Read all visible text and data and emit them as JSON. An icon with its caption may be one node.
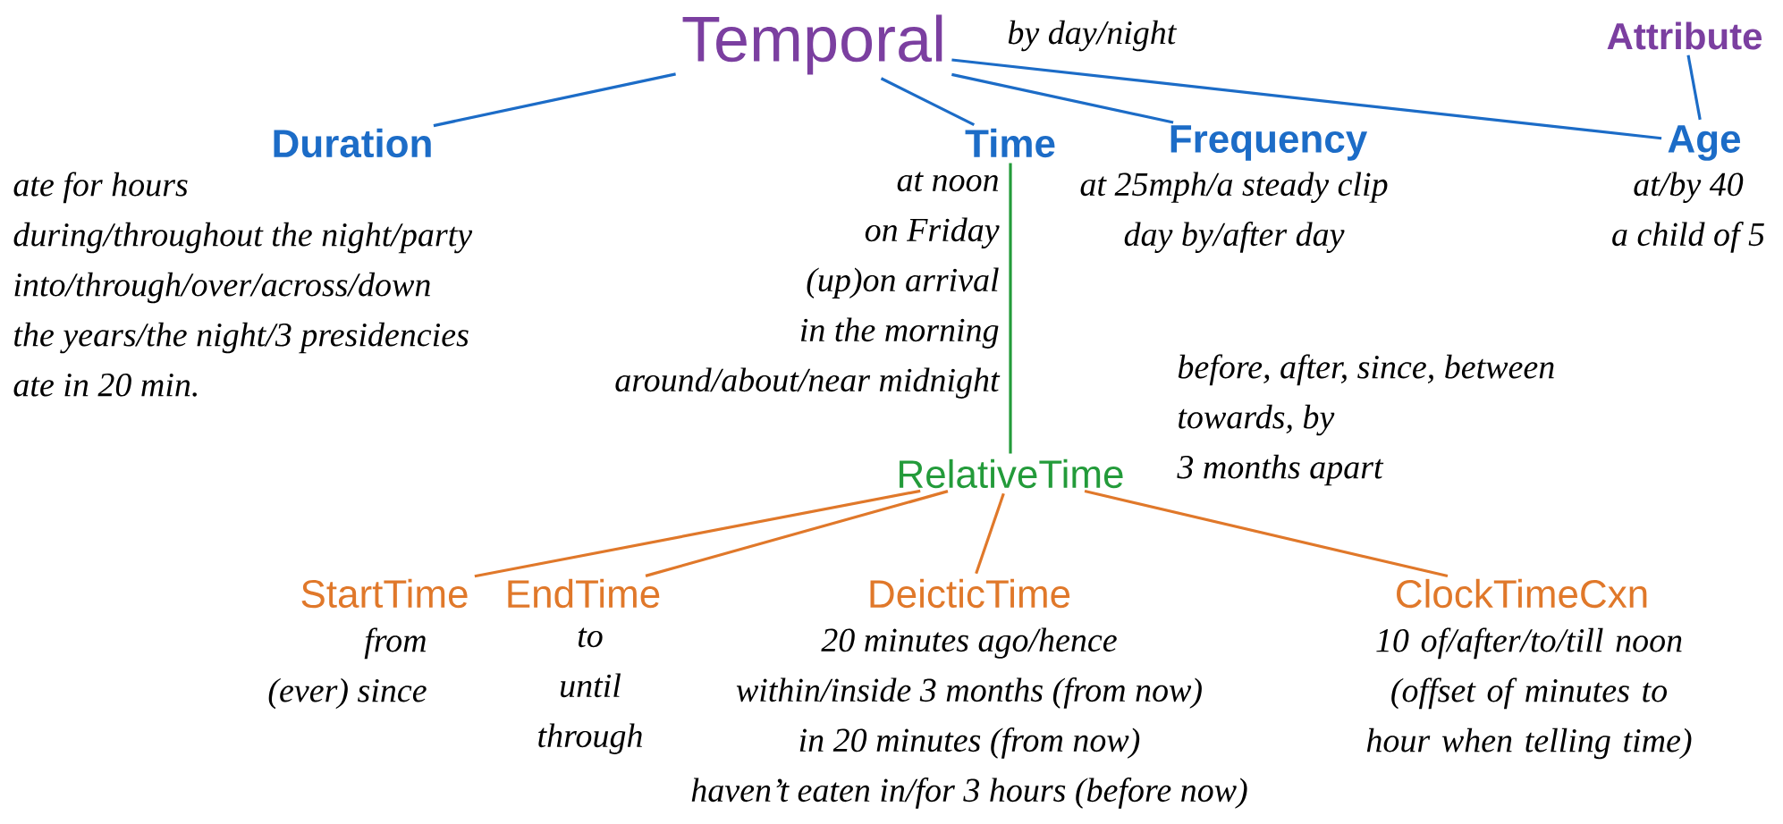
{
  "diagram": {
    "nodes": [
      {
        "text": [
          "Temporal"
        ]
      },
      {
        "text": [
          "Attribute"
        ]
      },
      {
        "text": [
          "Duration",
          "ate for hours",
          "during/throughout the night/party",
          "into/through/over/across/down",
          "the years/the night/3 presidencies",
          "ate in 20 min."
        ]
      },
      {
        "text": [
          "Time",
          "at noon",
          "on Friday",
          "(up)on arrival",
          "in the morning",
          "around/about/near midnight"
        ]
      },
      {
        "text": [
          "Frequency",
          "at 25mph/a steady clip",
          "day by/after day"
        ]
      },
      {
        "text": [
          "Age",
          "at/by 40",
          "a child of 5"
        ]
      },
      {
        "text": [
          "RelativeTime"
        ],
        "beside": [
          "before, after, since, between",
          "towards, by",
          "3 months apart"
        ]
      },
      {
        "text": [
          "StartTime",
          "from",
          "(ever) since"
        ]
      },
      {
        "text": [
          "EndTime",
          "to",
          "until",
          "through"
        ]
      },
      {
        "text": [
          "DeicticTime",
          "20 minutes ago/hence",
          "within/inside 3 months (from now)",
          "in 20 minutes (from now)",
          "haven’t eaten in/for 3 hours (before now)"
        ]
      },
      {
        "text": [
          "ClockTimeCxn",
          "10 of/after/to/till noon",
          "(offset of minutes to hour when telling time)"
        ]
      }
    ],
    "edges": [
      {
        "from": 0,
        "to": 2,
        "arrow": "none",
        "color": "#1c6cc7"
      },
      {
        "from": 0,
        "to": 3,
        "arrow": "none",
        "color": "#1c6cc7"
      },
      {
        "from": 0,
        "to": 4,
        "arrow": "none",
        "color": "#1c6cc7"
      },
      {
        "from": 0,
        "to": 5,
        "arrow": "none",
        "color": "#1c6cc7"
      },
      {
        "from": 1,
        "to": 5,
        "arrow": "none",
        "color": "#1c6cc7"
      },
      {
        "from": 3,
        "to": 6,
        "arrow": "none",
        "color": "#239b3a"
      },
      {
        "from": 6,
        "to": 7,
        "arrow": "none",
        "color": "#e0782a"
      },
      {
        "from": 6,
        "to": 8,
        "arrow": "none",
        "color": "#e0782a"
      },
      {
        "from": 6,
        "to": 9,
        "arrow": "none",
        "color": "#e0782a"
      },
      {
        "from": 6,
        "to": 10,
        "arrow": "none",
        "color": "#e0782a"
      }
    ],
    "labels": [
      "by day/night"
    ]
  }
}
